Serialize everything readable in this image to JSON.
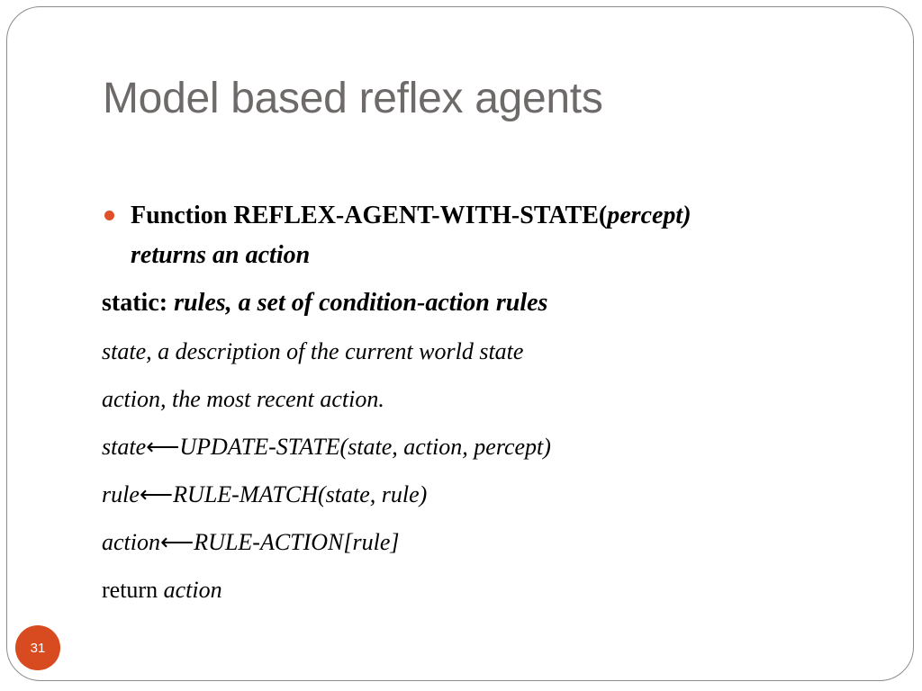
{
  "slide": {
    "title": "Model based reflex agents",
    "page_number": "31",
    "accent_color": "#e0512a",
    "bullet": {
      "prefix": "Function REFLEX-AGENT-WITH-STATE(",
      "param": "percept)",
      "line2": "returns an action"
    },
    "static_line": {
      "label": "static: ",
      "text": "rules, a set of condition-action rules"
    },
    "lines": {
      "state_desc": "state, a description of the current world state",
      "action_desc": "action, the most recent action.",
      "update_lhs": "state",
      "update_rhs": "UPDATE-STATE(state, action, percept)",
      "match_lhs": "rule",
      "match_rhs": "RULE-MATCH(state, rule)",
      "ract_lhs": "action",
      "ract_rhs": "RULE-ACTION[rule]",
      "arrow": "⟵"
    },
    "return_line": {
      "keyword": "return ",
      "value": "action"
    }
  }
}
